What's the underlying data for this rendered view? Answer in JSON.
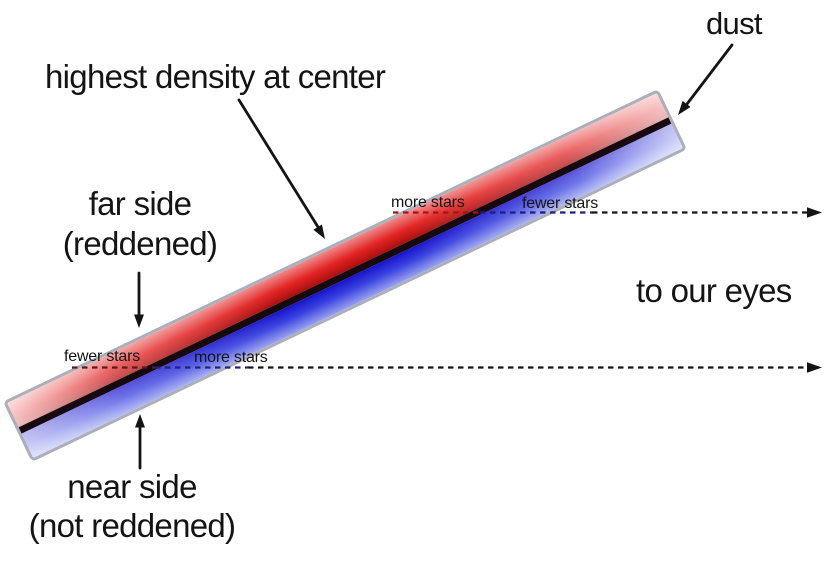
{
  "labels": {
    "dust": "dust",
    "highest_density": "highest density at center",
    "far_side_line1": "far side",
    "far_side_line2": "(reddened)",
    "near_side_line1": "near side",
    "near_side_line2": "(not reddened)",
    "to_our_eyes": "to our eyes",
    "upper_sightline_left": "more stars",
    "upper_sightline_right": "fewer stars",
    "lower_sightline_left": "fewer stars",
    "lower_sightline_right": "more stars"
  },
  "theme": {
    "text_color": "#141414",
    "arrow_color": "#141414",
    "bar_border_color": "#acaeba",
    "far_red_top": "#f08a8a",
    "far_red_mid": "#e32424",
    "far_red_deep": "#a90f0f",
    "dust_lane_color": "#16090f",
    "near_blue_deep": "#1813cb",
    "near_blue_mid": "#3a42e0",
    "near_blue_light": "#98a2ee",
    "dash_over_red": "#a81414",
    "dash_over_blue": "#1d1d80",
    "dash_over_pale_red": "#5e1a1a",
    "dash_over_pale_blue": "#23237a"
  }
}
